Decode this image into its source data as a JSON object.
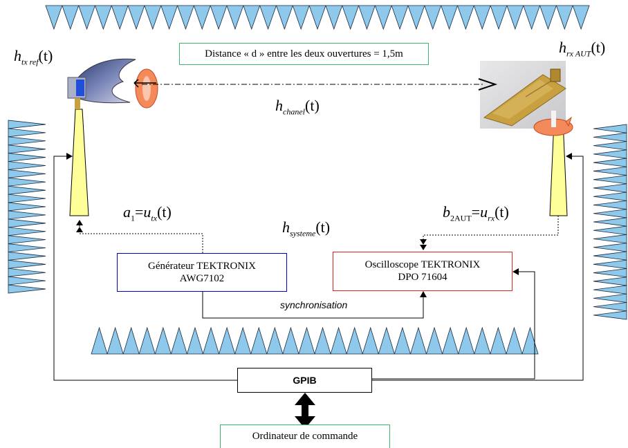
{
  "title_box": "Distance « d » entre les deux ouvertures = 1,5m",
  "labels": {
    "htx": {
      "main": "h",
      "sub": "tx ref",
      "arg": "(t)"
    },
    "hrx": {
      "main": "h",
      "sub": "rx AUT",
      "arg": "(t)"
    },
    "hchanel": {
      "main": "h",
      "sub": "chanel",
      "arg": "(t)"
    },
    "hsysteme": {
      "main": "h",
      "sub": "systeme",
      "arg": "(t)"
    },
    "a1": {
      "a": "a",
      "a_sub": "1",
      "eq": "=",
      "u": "u",
      "u_sub": "tx",
      "arg": "(t)"
    },
    "b2": {
      "b": "b",
      "b_sub": "2AUT",
      "eq": "=",
      "u": "u",
      "u_sub": "rx",
      "arg": "(t)"
    }
  },
  "generator": {
    "line1": "Générateur TEKTRONIX",
    "line2": "AWG7102"
  },
  "oscilloscope": {
    "line1": "Oscilloscope TEKTRONIX",
    "line2": "DPO 71604"
  },
  "sync_label": "synchronisation",
  "gpib_label": "GPIB",
  "computer_label": "Ordinateur de commande",
  "colors": {
    "absorber": "#8ec8ea",
    "feed": "#ffff99",
    "title_border": "#3cb371",
    "generator_border": "#0000cc",
    "oscilloscope_border": "#e02020",
    "computer_border": "#3cb371"
  }
}
